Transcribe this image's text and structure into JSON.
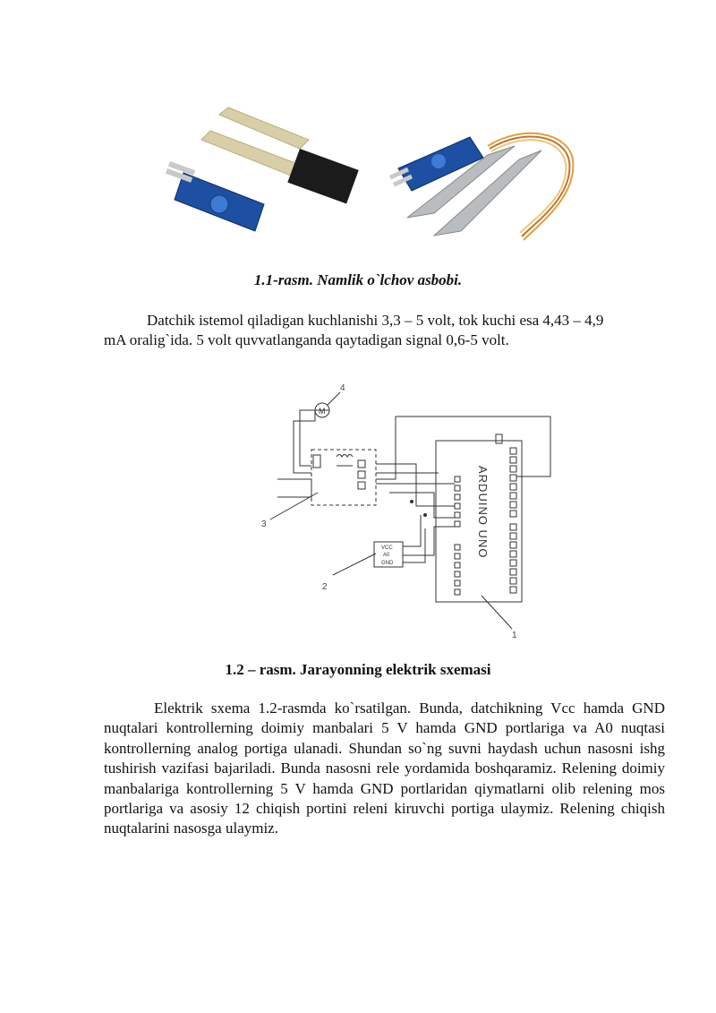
{
  "figure1": {
    "caption": "1.1-rasm. Namlik o`lchov asbobi."
  },
  "paragraph1": {
    "line1": "Datchik istemol qiladigan kuchlanishi 3,3 – 5 volt, tok kuchi esa 4,43 – 4,9",
    "line2": "mA oralig`ida. 5 volt quvvatlanganda qaytadigan signal 0,6-5 volt."
  },
  "figure2": {
    "caption": "1.2 – rasm. Jarayonning elektrik sxemasi",
    "board_label": "ARDUINO UNO",
    "motor_label": "M",
    "sensor_pins": [
      "VCC",
      "A0",
      "GND"
    ],
    "callouts": [
      "1",
      "2",
      "3",
      "4"
    ]
  },
  "paragraph2": {
    "text": "Elektrik sxema 1.2-rasmda ko`rsatilgan. Bunda, datchikning Vcc hamda GND nuqtalari kontrollerning doimiy manbalari 5 V hamda GND portlariga va A0 nuqtasi kontrollerning analog portiga ulanadi. Shundan so`ng suvni haydash uchun nasosni ishg tushirish vazifasi bajariladi. Bunda nasosni rele yordamida boshqaramiz. Relening doimiy manbalariga kontrollerning 5 V hamda GND portlaridan qiymatlarni olib relening mos portlariga va asosiy 12 chiqish portini releni kiruvchi portiga ulaymiz. Relening chiqish nuqtalarini nasosga ulaymiz."
  }
}
